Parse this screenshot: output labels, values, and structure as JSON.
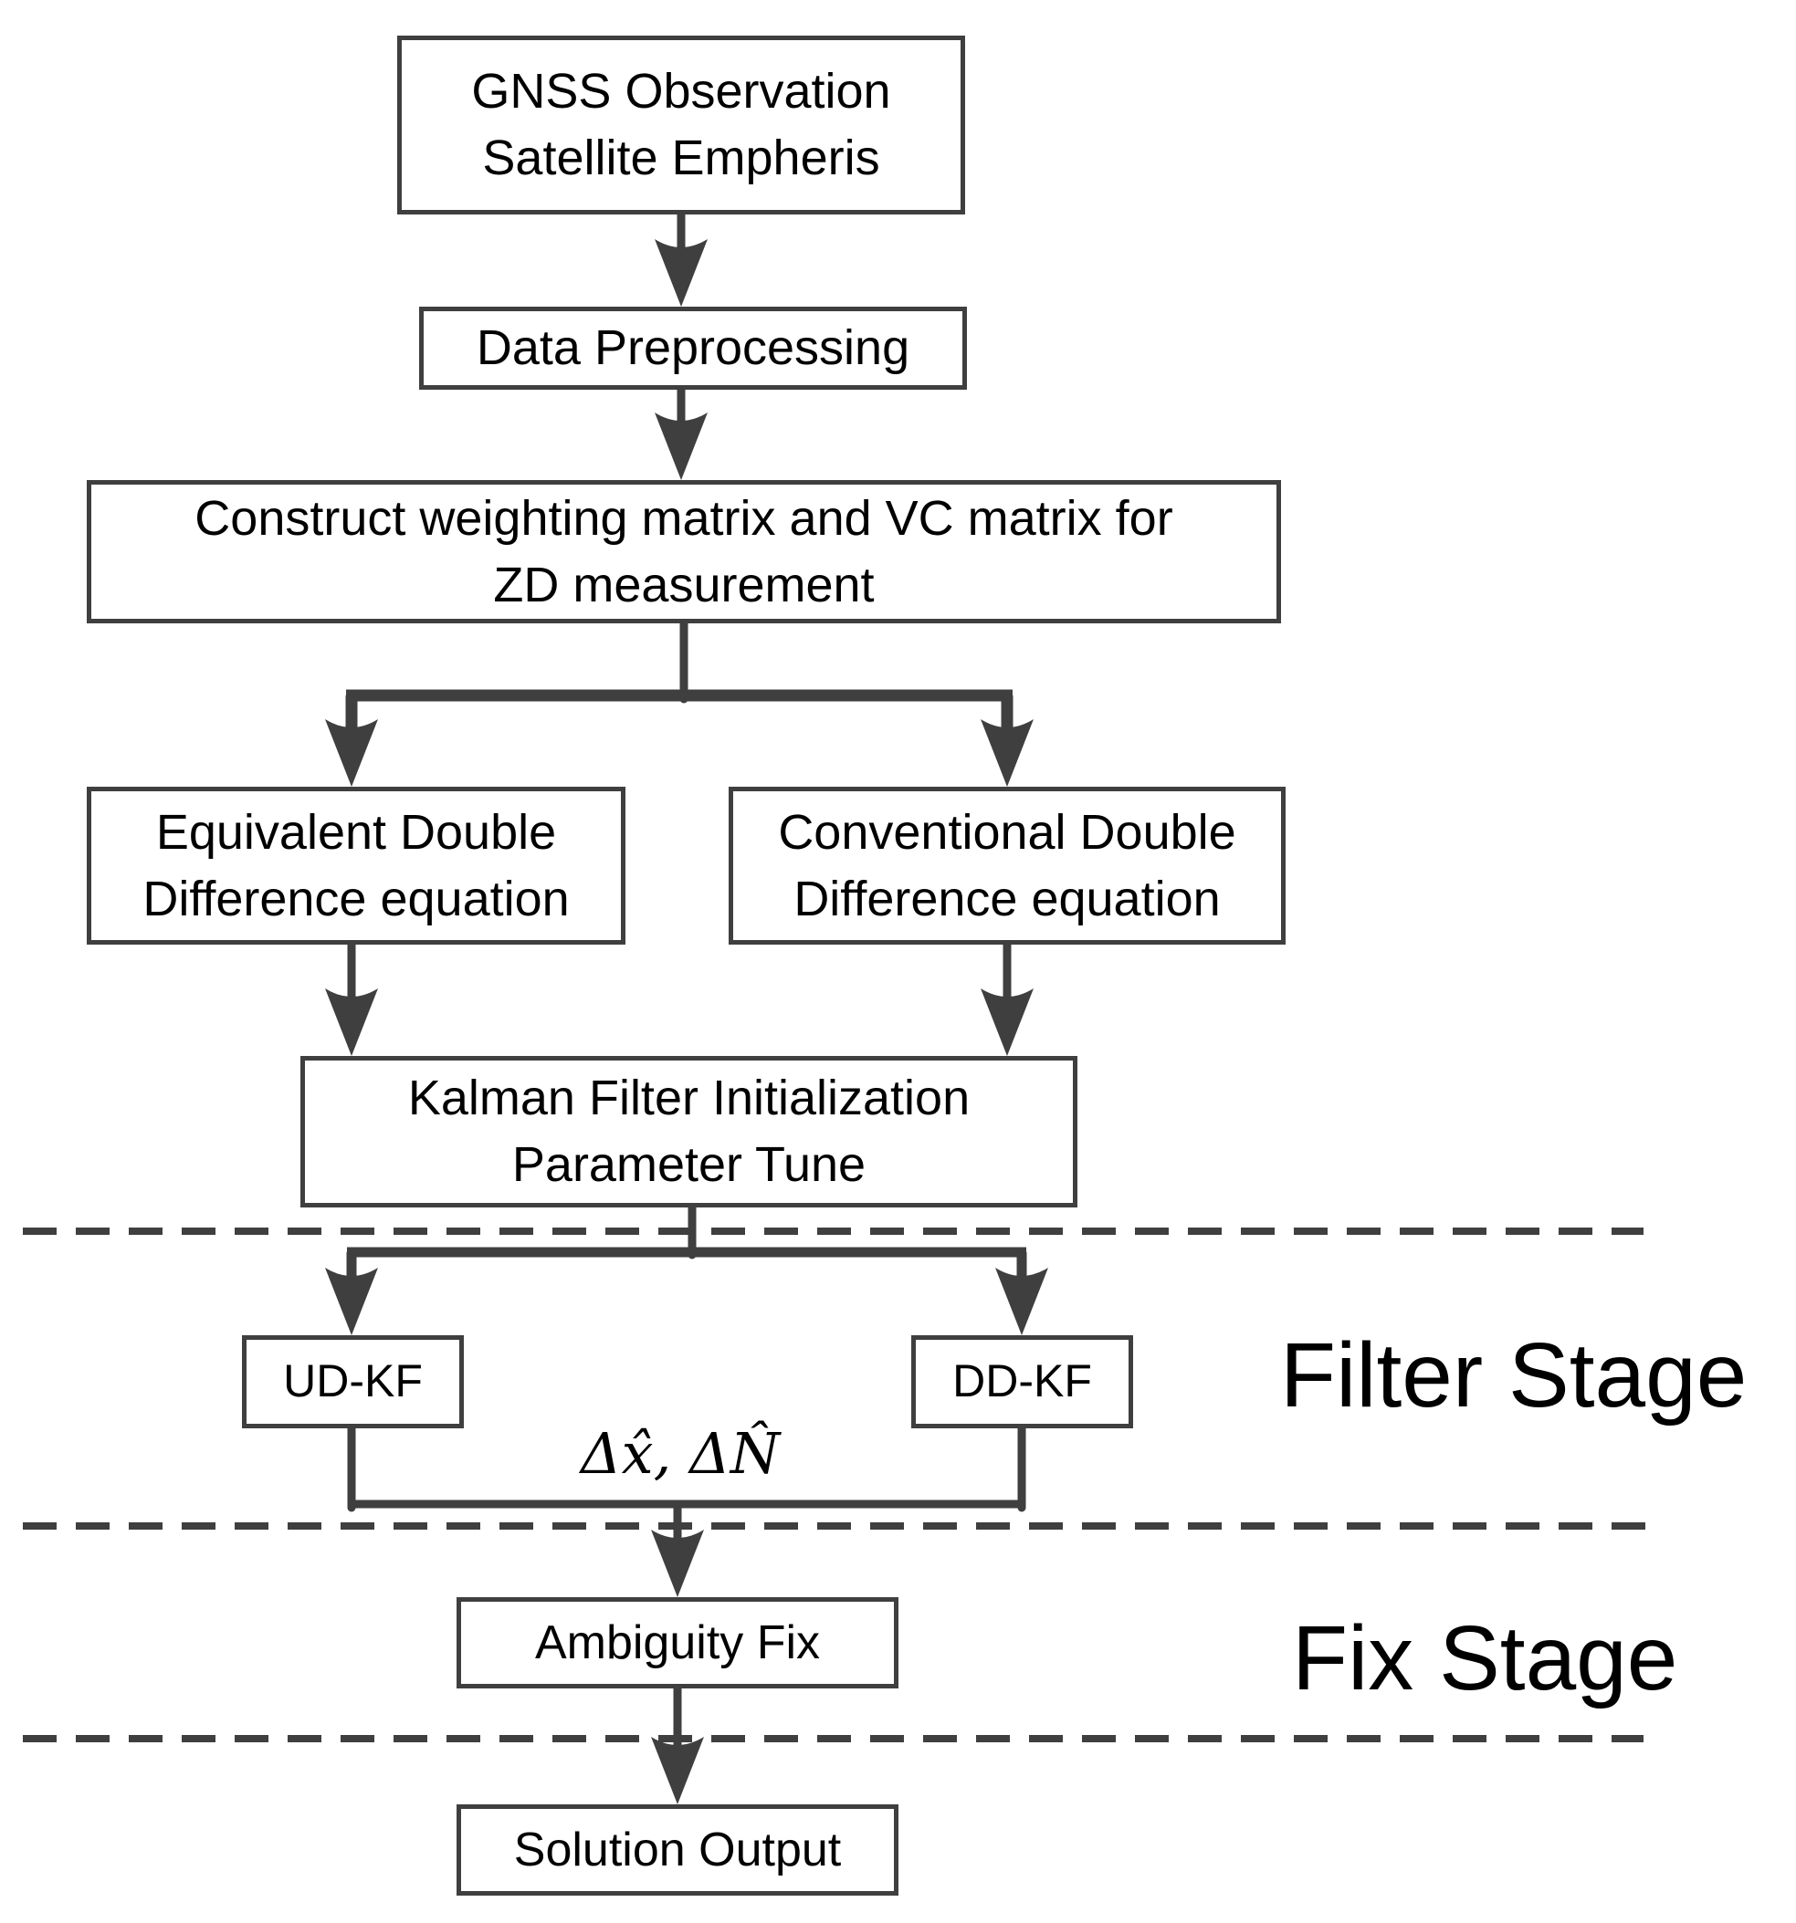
{
  "diagram": {
    "nodes": {
      "gnss": "GNSS Observation\nSatellite Empheris",
      "preprocessing": "Data Preprocessing",
      "construct": "Construct weighting matrix and VC matrix for\nZD measurement",
      "equivalent": "Equivalent Double\nDifference equation",
      "conventional": "Conventional Double\nDifference equation",
      "kalman": "Kalman Filter Initialization\nParameter Tune",
      "udkf": "UD-KF",
      "ddkf": "DD-KF",
      "ambiguity": "Ambiguity Fix",
      "solution": "Solution Output"
    },
    "stages": {
      "filter": "Filter Stage",
      "fix": "Fix Stage"
    },
    "annotations": {
      "filter_output": "Δx̂, ΔN̂"
    },
    "colors": {
      "line": "#3f3f3f",
      "text": "#000000",
      "background": "#ffffff"
    }
  }
}
